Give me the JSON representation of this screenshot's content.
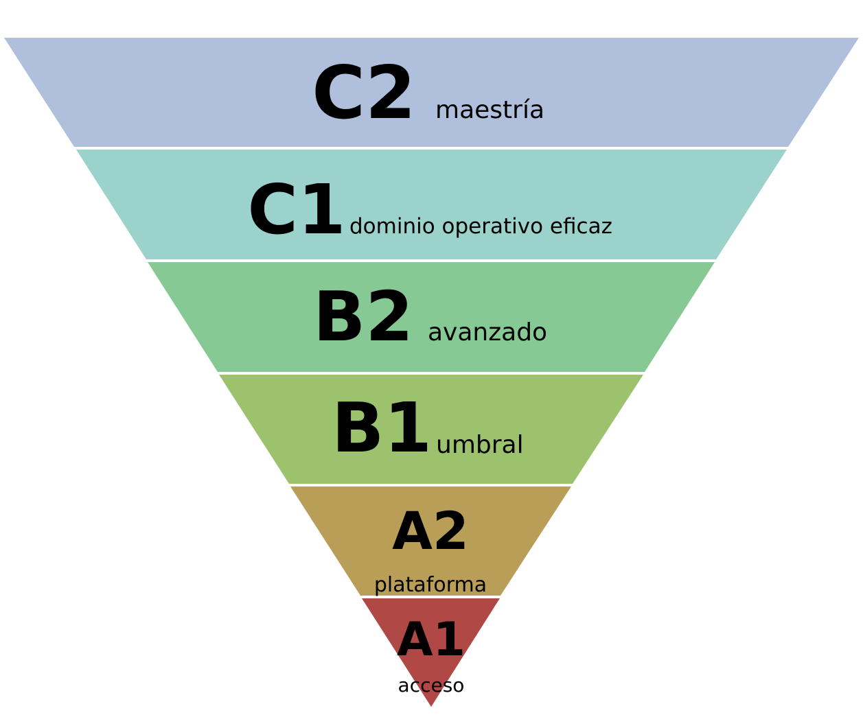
{
  "pyramid": {
    "levels": [
      {
        "code": "C2",
        "name": "maestría",
        "color": "#b0c0dc"
      },
      {
        "code": "C1",
        "name": "dominio operativo eficaz",
        "color": "#9bd2cc"
      },
      {
        "code": "B2",
        "name": "avanzado",
        "color": "#86c994"
      },
      {
        "code": "B1",
        "name": "umbral",
        "color": "#9cc26e"
      },
      {
        "code": "A2",
        "name": "plataforma",
        "color": "#b99e57"
      },
      {
        "code": "A1",
        "name": "acceso",
        "color": "#b04845"
      }
    ]
  }
}
